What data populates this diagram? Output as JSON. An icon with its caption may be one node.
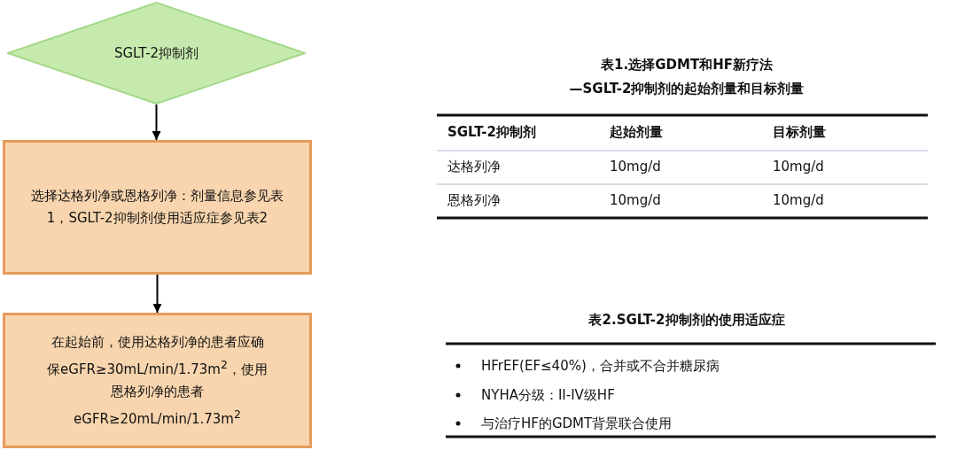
{
  "diagram": {
    "nodes": [
      {
        "text": [
          "SGLT-2抑制剂"
        ]
      },
      {
        "text": [
          "选择达格列净或恩格列净：剂量信息参见表1，SGLT-2抑制剂使用适应症参见表2"
        ]
      },
      {
        "text": [
          "在起始前，使用达格列净的患者应确保eGFR≥30mL/min/1.73m$^{2}$，使用恩格列净的患者eGFR≥20mL/min/1.73m$^{2}$"
        ]
      }
    ],
    "edges": [
      {
        "from": 0,
        "to": 1,
        "arrow": "to"
      },
      {
        "from": 1,
        "to": 2,
        "arrow": "to"
      }
    ],
    "labels": [
      "表1.选择GDMT和HF新疗法",
      "—SGLT-2抑制剂的起始剂量和目标剂量",
      "SGLT-2抑制剂",
      "起始剂量",
      "目标剂量",
      "达格列净",
      "10mg/d",
      "10mg/d",
      "恩格列净",
      "10mg/d",
      "10mg/d",
      "表2.SGLT-2抑制剂的使用适应症",
      "HFrEF(EF≤40%)，合并或不合并糖尿病",
      "NYHA分级：II-IV级HF",
      "与治疗HF的GDMT背景联合使用"
    ]
  }
}
